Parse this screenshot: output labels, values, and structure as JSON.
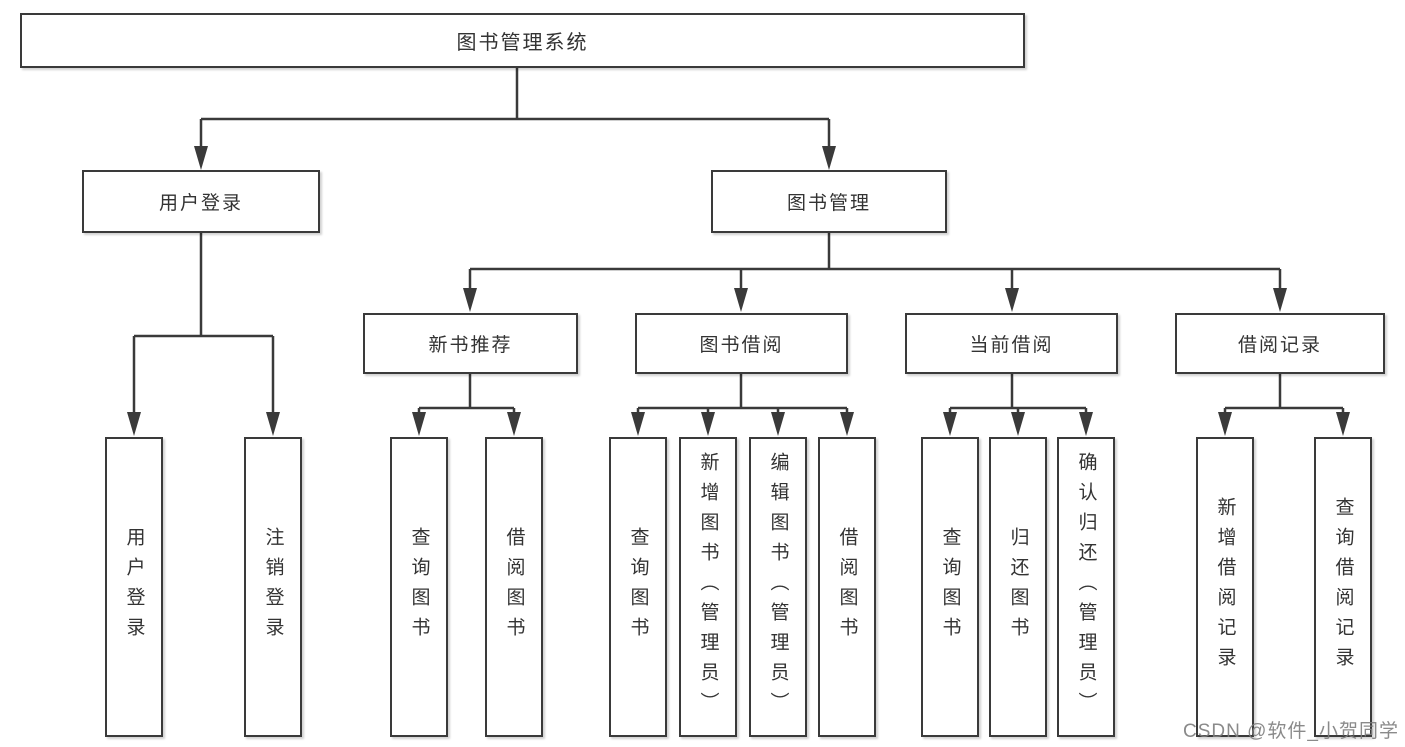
{
  "nodes": {
    "root": {
      "label": "图书管理系统"
    },
    "level2": [
      {
        "label": "用户登录"
      },
      {
        "label": "图书管理"
      }
    ],
    "level3": [
      {
        "label": "新书推荐"
      },
      {
        "label": "图书借阅"
      },
      {
        "label": "当前借阅"
      },
      {
        "label": "借阅记录"
      }
    ],
    "leaves": [
      {
        "label": "用户登录"
      },
      {
        "label": "注销登录"
      },
      {
        "label": "查询图书"
      },
      {
        "label": "借阅图书"
      },
      {
        "label": "查询图书"
      },
      {
        "label": "新增图书（管理员）"
      },
      {
        "label": "编辑图书（管理员）"
      },
      {
        "label": "借阅图书"
      },
      {
        "label": "查询图书"
      },
      {
        "label": "归还图书"
      },
      {
        "label": "确认归还（管理员）"
      },
      {
        "label": "新增借阅记录"
      },
      {
        "label": "查询借阅记录"
      }
    ]
  },
  "edges": [
    {
      "from": "图书管理系统",
      "to": "用户登录"
    },
    {
      "from": "图书管理系统",
      "to": "图书管理"
    },
    {
      "from": "用户登录",
      "to": "用户登录"
    },
    {
      "from": "用户登录",
      "to": "注销登录"
    },
    {
      "from": "图书管理",
      "to": "新书推荐"
    },
    {
      "from": "图书管理",
      "to": "图书借阅"
    },
    {
      "from": "图书管理",
      "to": "当前借阅"
    },
    {
      "from": "图书管理",
      "to": "借阅记录"
    },
    {
      "from": "新书推荐",
      "to": "查询图书"
    },
    {
      "from": "新书推荐",
      "to": "借阅图书"
    },
    {
      "from": "图书借阅",
      "to": "查询图书"
    },
    {
      "from": "图书借阅",
      "to": "新增图书（管理员）"
    },
    {
      "from": "图书借阅",
      "to": "编辑图书（管理员）"
    },
    {
      "from": "图书借阅",
      "to": "借阅图书"
    },
    {
      "from": "当前借阅",
      "to": "查询图书"
    },
    {
      "from": "当前借阅",
      "to": "归还图书"
    },
    {
      "from": "当前借阅",
      "to": "确认归还（管理员）"
    },
    {
      "from": "借阅记录",
      "to": "新增借阅记录"
    },
    {
      "from": "借阅记录",
      "to": "查询借阅记录"
    }
  ],
  "watermark": {
    "text": "CSDN @软件_小贺同学"
  },
  "colors": {
    "line": "#3a3a3a",
    "box_border": "#3a3a3a",
    "box_background": "#ffffff",
    "text": "#333333",
    "watermark": "#7d7d7d"
  }
}
